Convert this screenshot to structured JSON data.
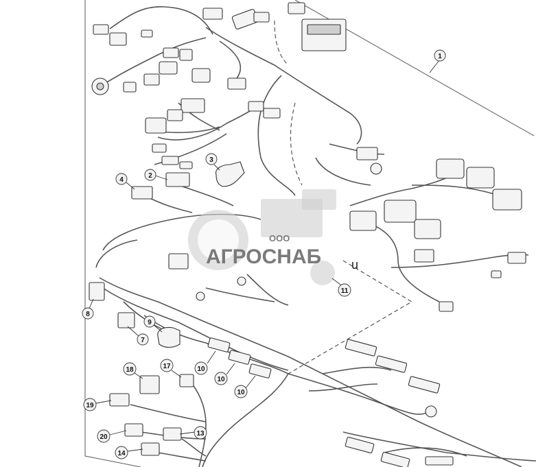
{
  "callouts": [
    {
      "id": "c1",
      "label": "1"
    },
    {
      "id": "c2",
      "label": "2"
    },
    {
      "id": "c3",
      "label": "3"
    },
    {
      "id": "c4",
      "label": "4"
    },
    {
      "id": "c7",
      "label": "7"
    },
    {
      "id": "c8",
      "label": "8"
    },
    {
      "id": "c9",
      "label": "9"
    },
    {
      "id": "c10a",
      "label": "10"
    },
    {
      "id": "c10b",
      "label": "10"
    },
    {
      "id": "c10c",
      "label": "10"
    },
    {
      "id": "c11",
      "label": "11"
    },
    {
      "id": "c13",
      "label": "13"
    },
    {
      "id": "c14",
      "label": "14"
    },
    {
      "id": "c17",
      "label": "17"
    },
    {
      "id": "c18",
      "label": "18"
    },
    {
      "id": "c19",
      "label": "19"
    },
    {
      "id": "c20",
      "label": "20"
    }
  ],
  "stray_letter": "u",
  "watermark": {
    "small": "ООО",
    "large": "АГРОСНАБ"
  },
  "colors": {
    "line": "#555555",
    "watermark": "#7a7a7a"
  }
}
